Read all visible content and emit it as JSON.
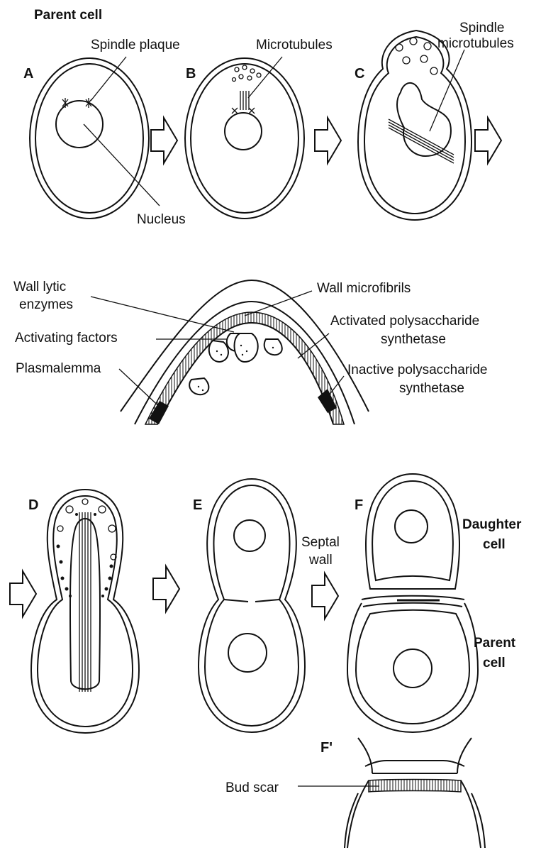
{
  "labels": {
    "parent_cell_top": "Parent cell",
    "spindle_plaque": "Spindle plaque",
    "microtubules": "Microtubules",
    "spindle_microtubules_1": "Spindle",
    "spindle_microtubules_2": "microtubules",
    "nucleus": "Nucleus",
    "wall_lytic_1": "Wall lytic",
    "wall_lytic_2": "enzymes",
    "wall_microfibrils": "Wall microfibrils",
    "activating_factors": "Activating factors",
    "activated_ps_1": "Activated polysaccharide",
    "activated_ps_2": "synthetase",
    "plasmalemma": "Plasmalemma",
    "inactive_ps_1": "Inactive polysaccharide",
    "inactive_ps_2": "synthetase",
    "septal_1": "Septal",
    "septal_2": "wall",
    "daughter_1": "Daughter",
    "daughter_2": "cell",
    "parent_1": "Parent",
    "parent_2": "cell",
    "bud_scar": "Bud scar"
  },
  "panel_letters": {
    "a": "A",
    "b": "B",
    "c": "C",
    "d": "D",
    "e": "E",
    "f": "F",
    "f_prime": "F'"
  }
}
